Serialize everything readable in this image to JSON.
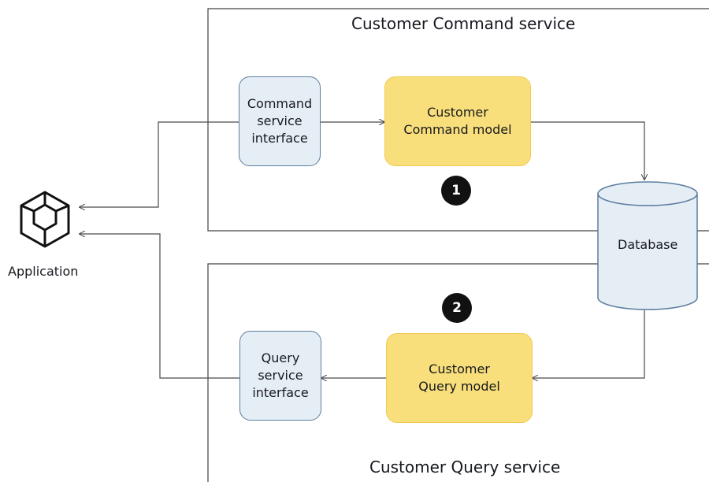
{
  "command_service": {
    "title": "Customer Command service",
    "interface_label": "Command\nservice\ninterface",
    "model_label": "Customer\nCommand model",
    "step_badge": "1"
  },
  "query_service": {
    "title": "Customer Query service",
    "interface_label": "Query\nservice\ninterface",
    "model_label": "Customer\nQuery model",
    "step_badge": "2"
  },
  "database": {
    "label": "Database"
  },
  "application": {
    "label": "Application",
    "icon": "cube-icon"
  },
  "colors": {
    "interface_fill": "#e6eef5",
    "interface_border": "#5b7da0",
    "model_fill": "#f9df7b",
    "model_border": "#f2c94c",
    "database_fill": "#e6eef5",
    "badge_fill": "#111111",
    "line": "#4a4a4a"
  }
}
